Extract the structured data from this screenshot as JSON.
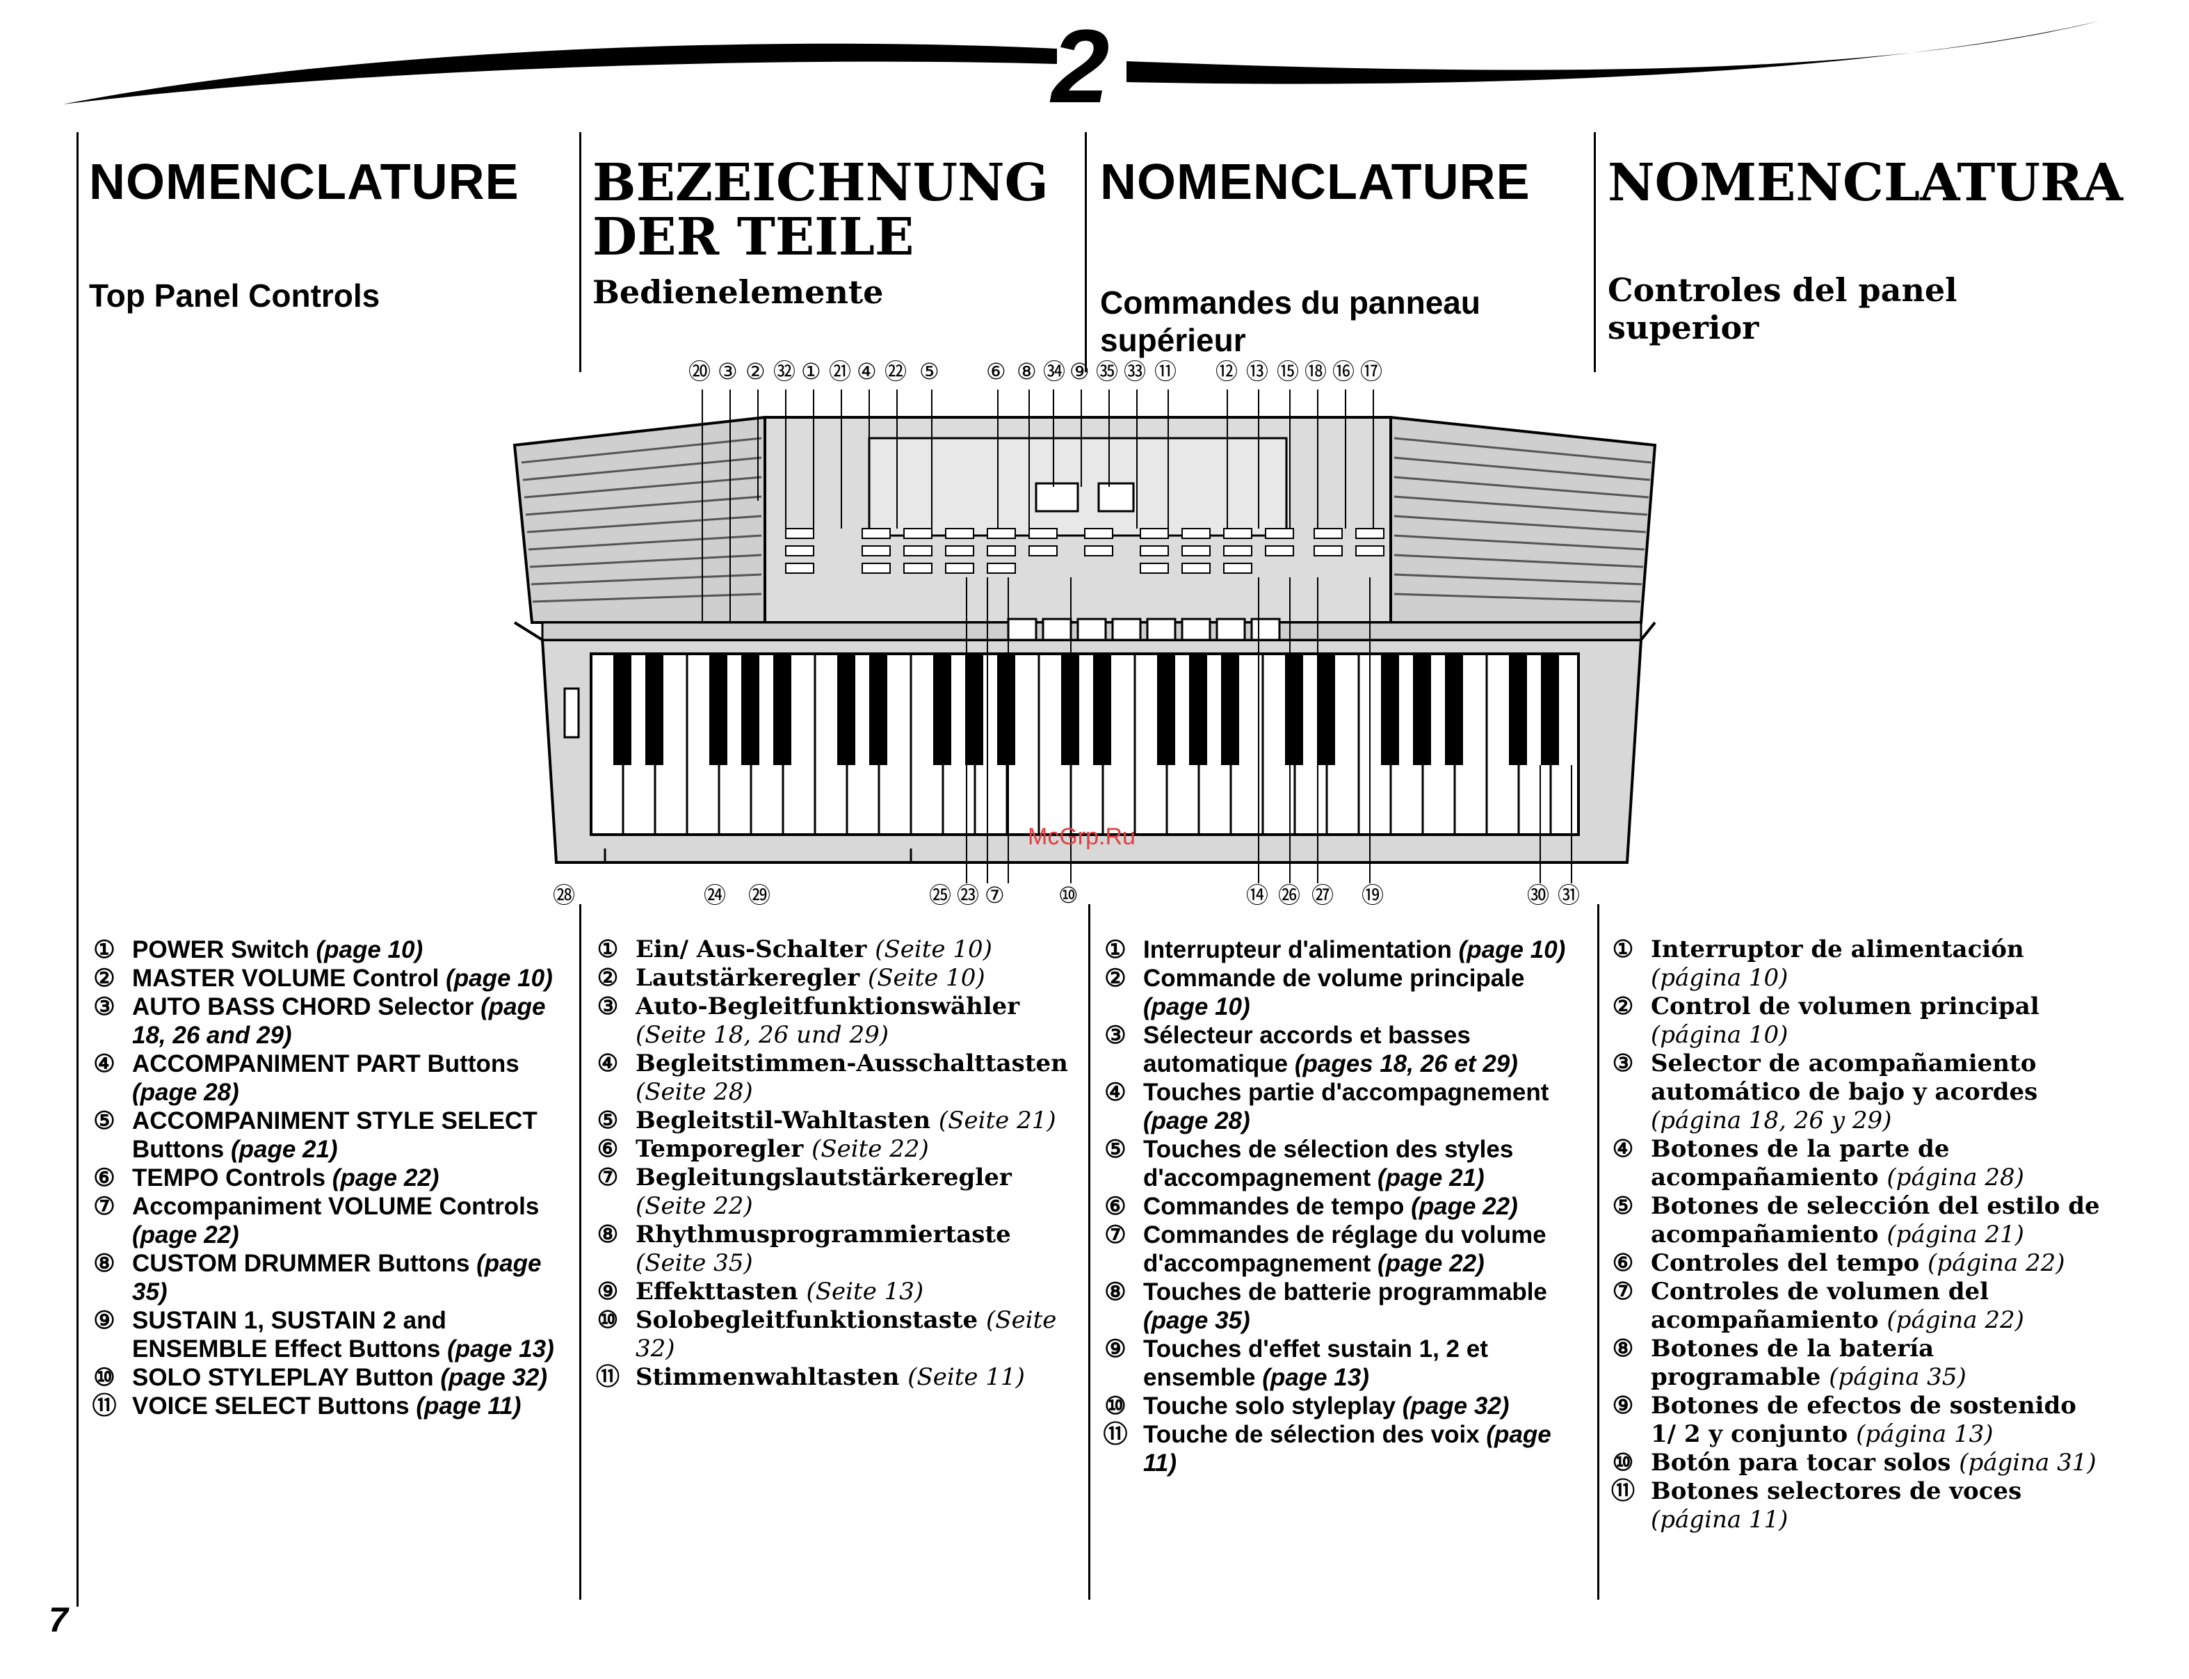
{
  "header": {
    "chapter_number": "2"
  },
  "columns": [
    {
      "lang": "en",
      "title": "NOMENCLATURE",
      "subtitle": "Top Panel Controls",
      "items": [
        {
          "num": "①",
          "label": "POWER Switch",
          "page": "(page 10)"
        },
        {
          "num": "②",
          "label": "MASTER VOLUME Control",
          "page": "(page 10)"
        },
        {
          "num": "③",
          "label": "AUTO BASS CHORD Selector",
          "page": "(page 18, 26 and 29)"
        },
        {
          "num": "④",
          "label": "ACCOMPANIMENT PART Buttons",
          "page": "(page 28)"
        },
        {
          "num": "⑤",
          "label": "ACCOMPANIMENT STYLE SELECT Buttons",
          "page": "(page 21)"
        },
        {
          "num": "⑥",
          "label": "TEMPO Controls",
          "page": "(page 22)"
        },
        {
          "num": "⑦",
          "label": "Accompaniment VOLUME Controls",
          "page": "(page 22)"
        },
        {
          "num": "⑧",
          "label": "CUSTOM DRUMMER Buttons",
          "page": "(page 35)"
        },
        {
          "num": "⑨",
          "label": "SUSTAIN 1, SUSTAIN 2 and ENSEMBLE Effect Buttons",
          "page": "(page 13)"
        },
        {
          "num": "⑩",
          "label": "SOLO STYLEPLAY Button",
          "page": "(page 32)"
        },
        {
          "num": "⑪",
          "label": "VOICE SELECT Buttons",
          "page": "(page 11)"
        }
      ]
    },
    {
      "lang": "de",
      "title": "BEZEICHNUNG DER TEILE",
      "subtitle": "Bedienelemente",
      "items": [
        {
          "num": "①",
          "label": "Ein/ Aus-Schalter",
          "page": "(Seite 10)"
        },
        {
          "num": "②",
          "label": "Lautstärkeregler",
          "page": "(Seite 10)"
        },
        {
          "num": "③",
          "label": "Auto-Begleitfunktionswähler",
          "page": "(Seite 18, 26 und 29)"
        },
        {
          "num": "④",
          "label": "Begleitstimmen-Ausschalttasten",
          "page": "(Seite 28)"
        },
        {
          "num": "⑤",
          "label": "Begleitstil-Wahltasten",
          "page": "(Seite 21)"
        },
        {
          "num": "⑥",
          "label": "Temporegler",
          "page": "(Seite 22)"
        },
        {
          "num": "⑦",
          "label": "Begleitungslautstärkeregler",
          "page": "(Seite 22)"
        },
        {
          "num": "⑧",
          "label": "Rhythmusprogrammiertaste",
          "page": "(Seite 35)"
        },
        {
          "num": "⑨",
          "label": "Effekttasten",
          "page": "(Seite 13)"
        },
        {
          "num": "⑩",
          "label": "Solobegleitfunktionstaste",
          "page": "(Seite 32)"
        },
        {
          "num": "⑪",
          "label": "Stimmenwahltasten",
          "page": "(Seite 11)"
        }
      ]
    },
    {
      "lang": "fr",
      "title": "NOMENCLATURE",
      "subtitle": "Commandes du panneau supérieur",
      "items": [
        {
          "num": "①",
          "label": "Interrupteur d'alimentation",
          "page": "(page 10)"
        },
        {
          "num": "②",
          "label": "Commande de volume principale",
          "page": "(page 10)"
        },
        {
          "num": "③",
          "label": "Sélecteur accords et basses automatique",
          "page": "(pages 18, 26 et 29)"
        },
        {
          "num": "④",
          "label": "Touches partie d'accompagnement",
          "page": "(page 28)"
        },
        {
          "num": "⑤",
          "label": "Touches de sélection des styles d'accompagnement",
          "page": "(page 21)"
        },
        {
          "num": "⑥",
          "label": "Commandes de tempo",
          "page": "(page 22)"
        },
        {
          "num": "⑦",
          "label": "Commandes de réglage du volume d'accompagnement",
          "page": "(page 22)"
        },
        {
          "num": "⑧",
          "label": "Touches de batterie programmable",
          "page": "(page 35)"
        },
        {
          "num": "⑨",
          "label": "Touches d'effet sustain 1, 2 et ensemble",
          "page": "(page 13)"
        },
        {
          "num": "⑩",
          "label": "Touche solo styleplay",
          "page": "(page 32)"
        },
        {
          "num": "⑪",
          "label": "Touche de sélection des voix",
          "page": "(page 11)"
        }
      ]
    },
    {
      "lang": "es",
      "title": "NOMENCLATURA",
      "subtitle": "Controles del panel superior",
      "items": [
        {
          "num": "①",
          "label": "Interruptor de alimentación",
          "page": "(página 10)"
        },
        {
          "num": "②",
          "label": "Control de volumen principal",
          "page": "(página 10)"
        },
        {
          "num": "③",
          "label": "Selector de acompañamiento automático de bajo y acordes",
          "page": "(página 18, 26 y 29)"
        },
        {
          "num": "④",
          "label": "Botones de la parte de acompañamiento",
          "page": "(página 28)"
        },
        {
          "num": "⑤",
          "label": "Botones de selección del estilo de acompañamiento",
          "page": "(página 21)"
        },
        {
          "num": "⑥",
          "label": "Controles del tempo",
          "page": "(página 22)"
        },
        {
          "num": "⑦",
          "label": "Controles de volumen del acompañamiento",
          "page": "(página 22)"
        },
        {
          "num": "⑧",
          "label": "Botones de la batería programable",
          "page": "(página 35)"
        },
        {
          "num": "⑨",
          "label": "Botones de efectos de sostenido 1/ 2 y conjunto",
          "page": "(página 13)"
        },
        {
          "num": "⑩",
          "label": "Botón para tocar solos",
          "page": "(página 31)"
        },
        {
          "num": "⑪",
          "label": "Botones selectores de voces",
          "page": "(página 11)"
        }
      ]
    }
  ],
  "diagram": {
    "top_callouts": [
      "⑳",
      "③",
      "②",
      "㉜",
      "①",
      "㉑",
      "④",
      "㉒",
      "⑤",
      "⑥",
      "⑧",
      "㉞",
      "⑨",
      "㉟",
      "㉝",
      "⑪",
      "⑫",
      "⑬",
      "⑮",
      "⑱",
      "⑯",
      "⑰"
    ],
    "bottom_callouts": [
      "㉘",
      "㉔",
      "㉙",
      "㉕",
      "㉓",
      "⑦",
      "⑩",
      "⑭",
      "㉖",
      "㉗",
      "⑲",
      "㉚",
      "㉛"
    ]
  },
  "watermark": "McGrp.Ru",
  "page_number": "7"
}
